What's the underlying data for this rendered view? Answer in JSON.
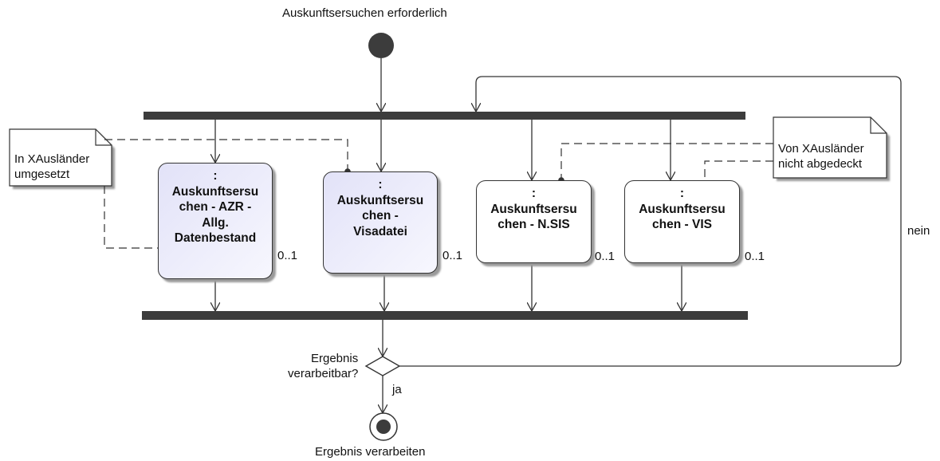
{
  "diagram": {
    "start_label": "Auskunftsersuchen erforderlich",
    "end_label": "Ergebnis verarbeiten",
    "decision_label_1": "Ergebnis",
    "decision_label_2": "verarbeitbar?",
    "yes_label": "ja",
    "no_label": "nein",
    "activities": [
      {
        "colon": ":",
        "lines": [
          "Auskunftsersu",
          "chen - AZR -",
          "Allg.",
          "Datenbestand"
        ],
        "multiplicity": "0..1",
        "icon": "rake-icon"
      },
      {
        "colon": ":",
        "lines": [
          "Auskunftsersu",
          "chen -",
          "Visadatei"
        ],
        "multiplicity": "0..1",
        "icon": "rake-icon"
      },
      {
        "colon": ":",
        "lines": [
          "Auskunftsersu",
          "chen - N.SIS"
        ],
        "multiplicity": "0..1",
        "icon": "rake-icon"
      },
      {
        "colon": ":",
        "lines": [
          "Auskunftsersu",
          "chen - VIS"
        ],
        "multiplicity": "0..1",
        "icon": "rake-icon"
      }
    ],
    "notes": [
      {
        "lines": [
          "In XAusländer",
          "umgesetzt"
        ]
      },
      {
        "lines": [
          "Von XAusländer",
          "nicht abgedeckt"
        ]
      }
    ],
    "colors": {
      "stroke": "#333333",
      "bar": "#3c3c3c",
      "shaded_fill": "#e6e6fa"
    }
  }
}
